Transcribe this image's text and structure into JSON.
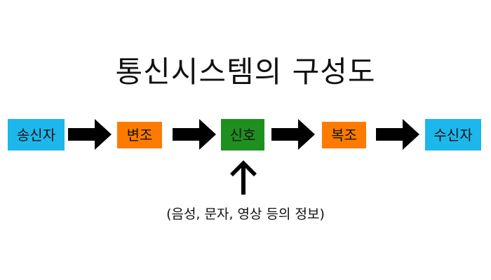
{
  "title": "통신시스템의 구성도",
  "nodes": {
    "sender": {
      "label": "송신자",
      "color": "#1cb8ec"
    },
    "modulation": {
      "label": "변조",
      "color": "#ff7a00"
    },
    "signal": {
      "label": "신호",
      "color": "#1f8f1f"
    },
    "demodulation": {
      "label": "복조",
      "color": "#ff7a00"
    },
    "receiver": {
      "label": "수신자",
      "color": "#1cb8ec"
    }
  },
  "arrow_color": "#000000",
  "caption": "(음성, 문자, 영상 등의 정보)"
}
